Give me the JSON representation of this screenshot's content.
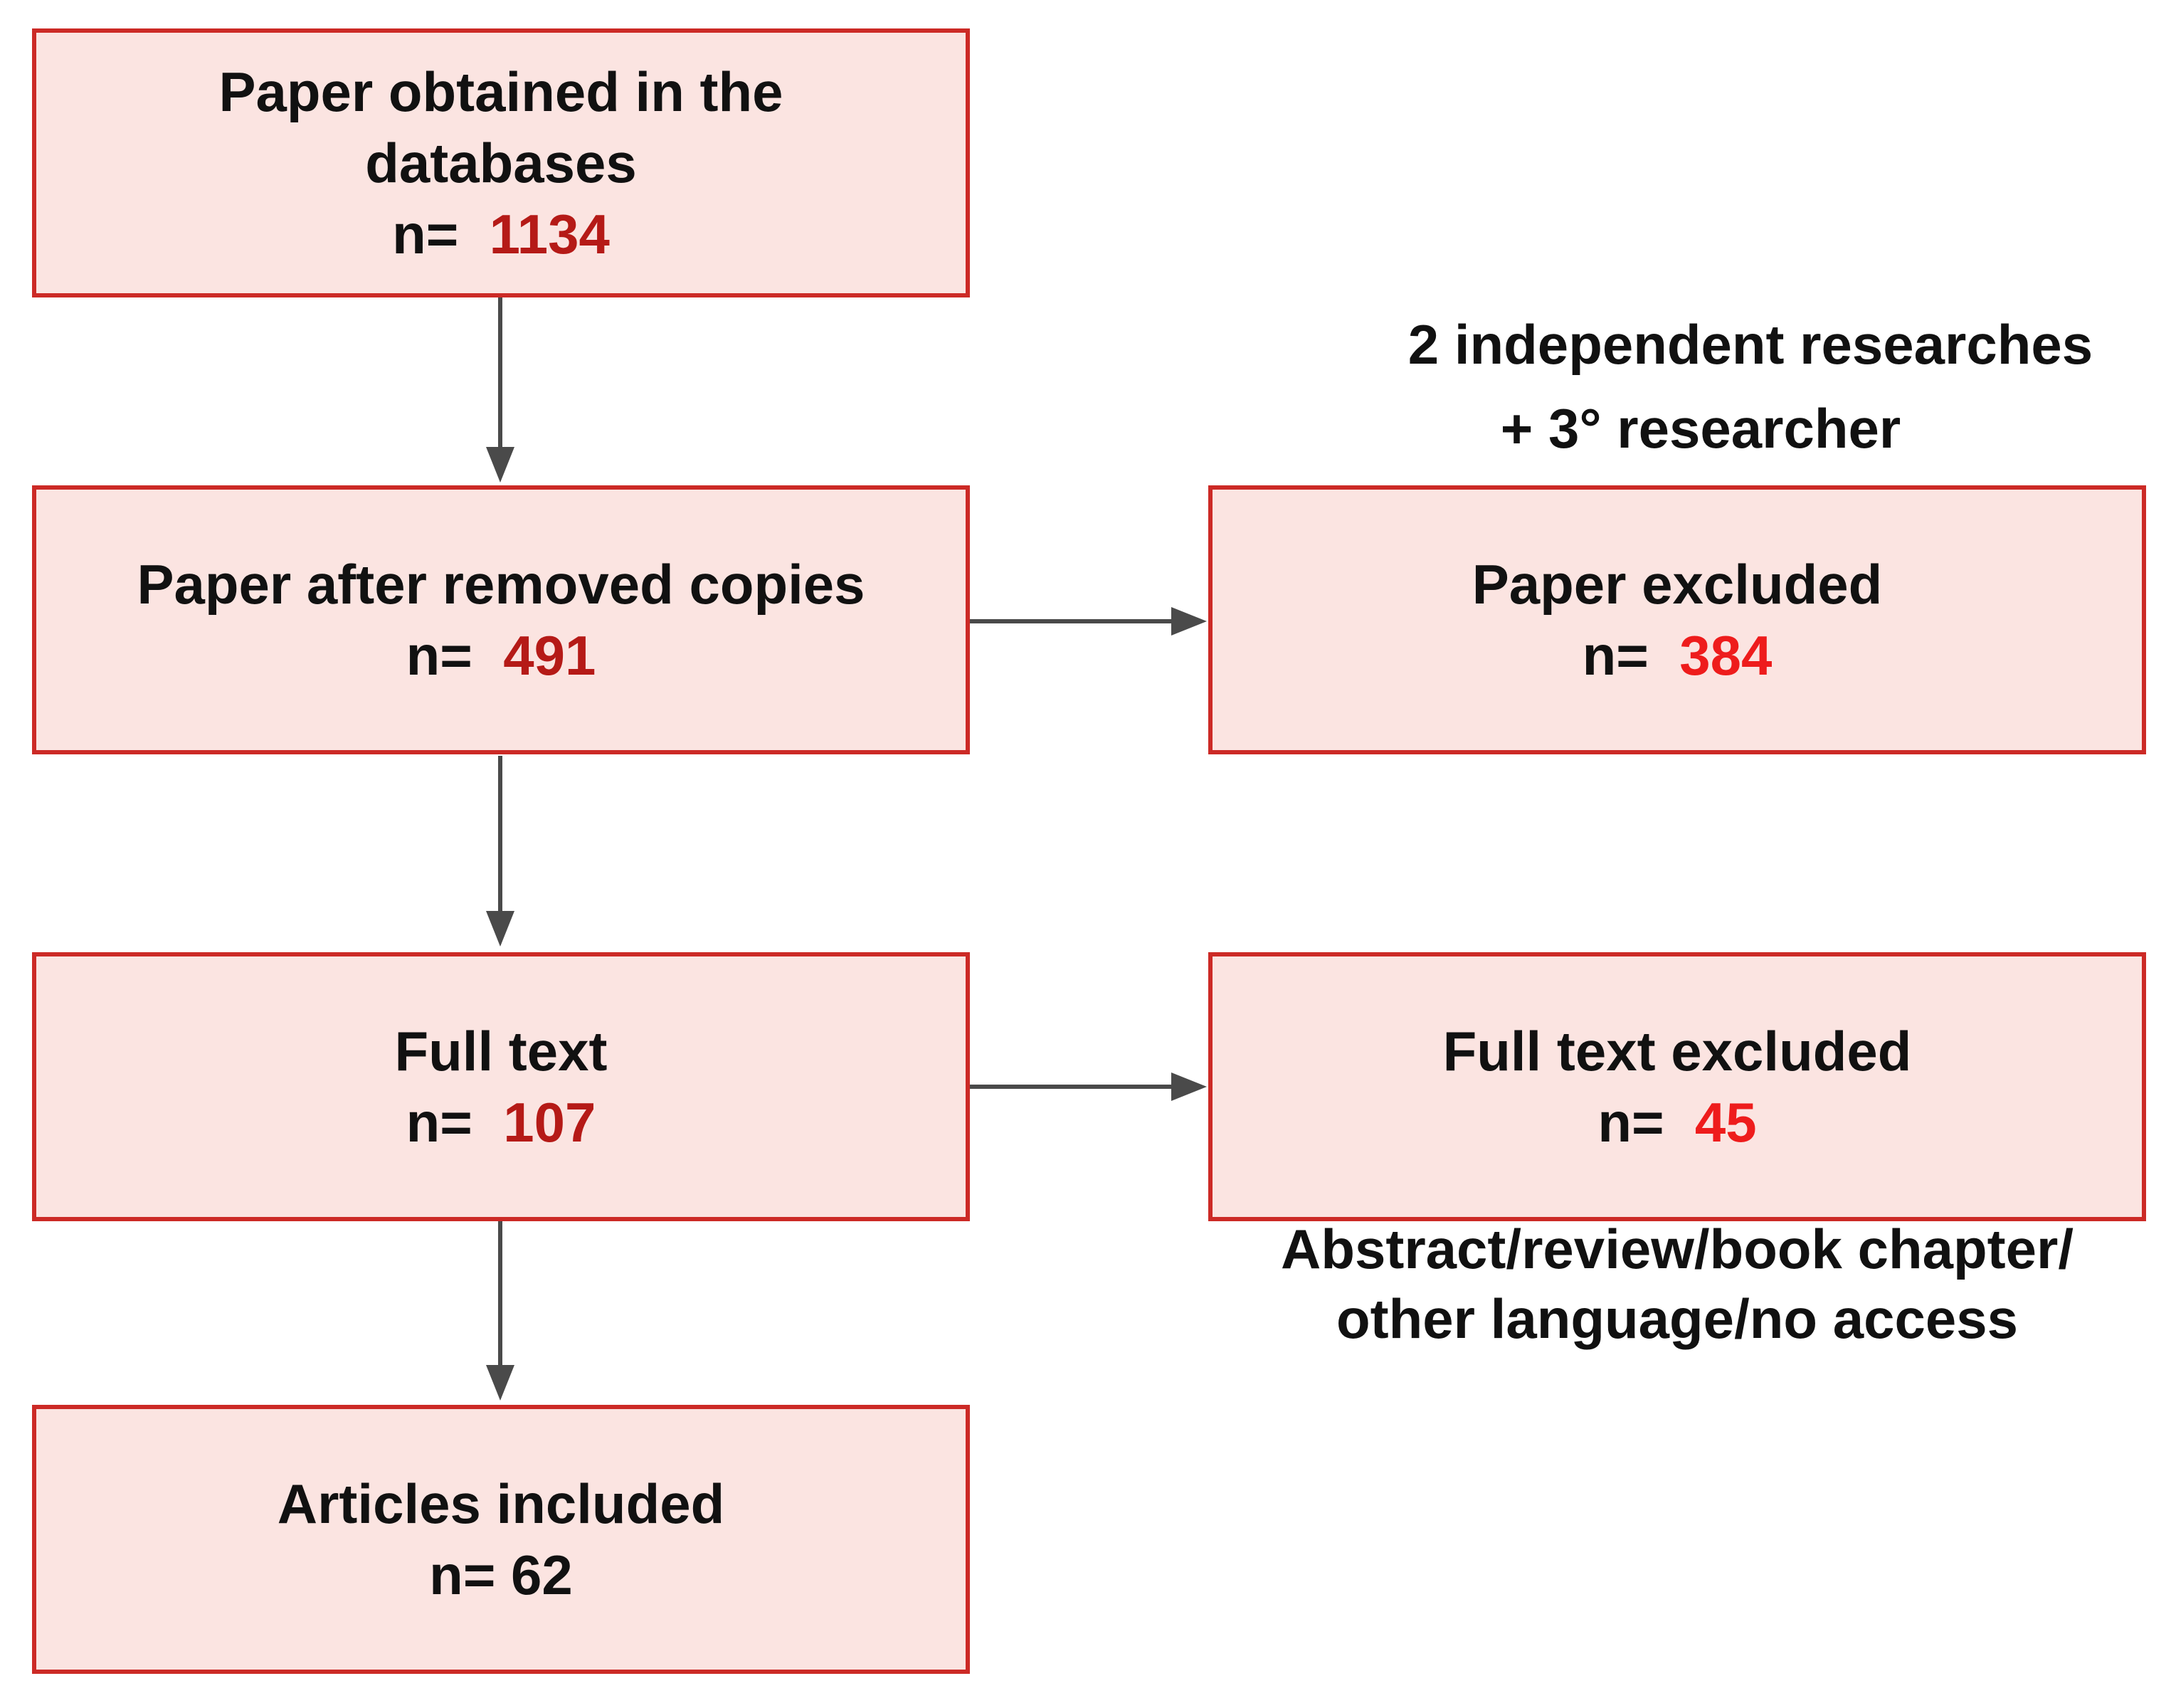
{
  "boxes": {
    "obtained": {
      "title_line1": "Paper obtained  in the",
      "title_line2": "databases",
      "n_prefix": "n=",
      "n_value": "1134"
    },
    "after_copies": {
      "title": "Paper after removed copies",
      "n_prefix": "n=",
      "n_value": "491"
    },
    "excluded": {
      "title": "Paper excluded",
      "n_prefix": "n=",
      "n_value": "384"
    },
    "full_text": {
      "title": "Full text",
      "n_prefix": "n=",
      "n_value": "107"
    },
    "full_text_excluded": {
      "title": "Full text excluded",
      "n_prefix": "n=",
      "n_value": "45"
    },
    "included": {
      "title": "Articles included",
      "n_text": "n= 62"
    }
  },
  "notes": {
    "researchers_line1": "2 independent researches",
    "researchers_line2": "+ 3° researcher",
    "reasons_line1": "Abstract/review/book chapter/",
    "reasons_line2": "other language/no access"
  },
  "colors": {
    "box_fill": "#fbe4e1",
    "box_border": "#cc2a26",
    "number_dark_red": "#b51a17",
    "number_red": "#ee1c1c",
    "arrow": "#4a4a4a"
  }
}
